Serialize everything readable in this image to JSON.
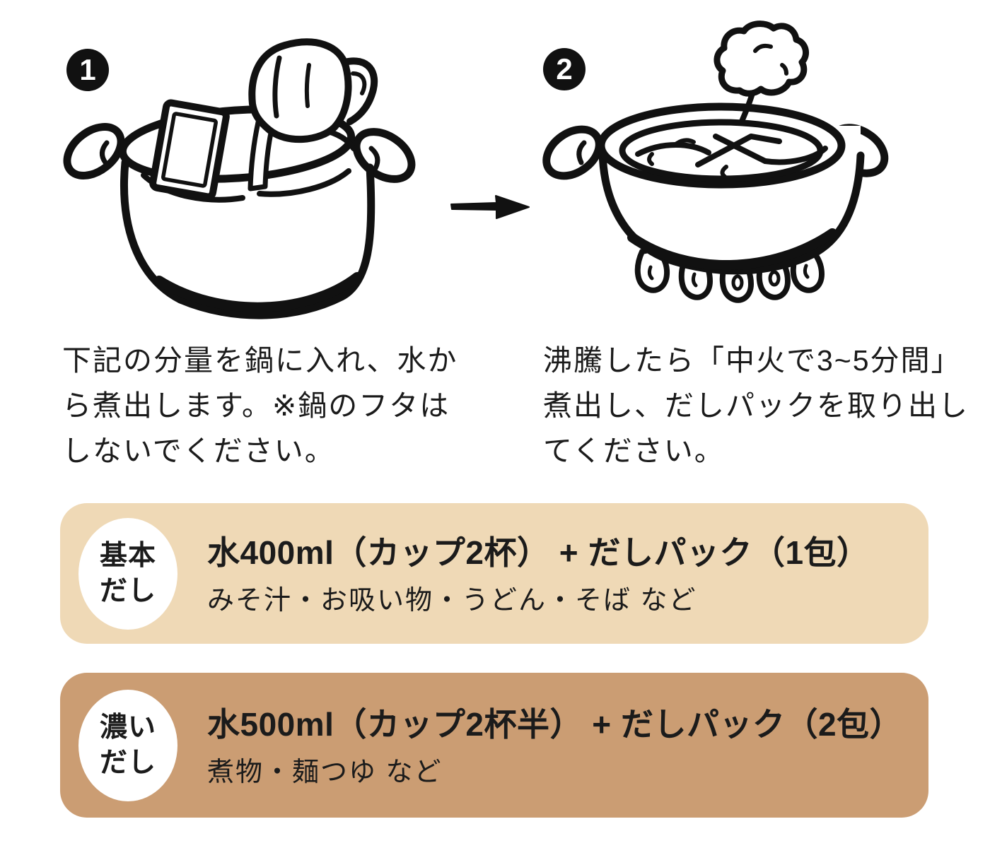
{
  "colors": {
    "ink": "#1b1b1b",
    "sketch_stroke": "#111111",
    "badge_bg": "#111111",
    "badge_fg": "#ffffff",
    "basic_box_bg": "#efd9b6",
    "strong_box_bg": "#cb9d73",
    "label_circle_bg": "#ffffff"
  },
  "steps": [
    {
      "badge": "1",
      "illustration": "pot-with-dashi-pack-and-measuring-cup-pouring-water",
      "caption_lines": [
        "下記の分量を鍋に入れ、水か",
        "ら煮出します。※鍋のフタは",
        "しないでください。"
      ]
    },
    {
      "badge": "2",
      "illustration": "boiling-pot-with-steam-over-flames",
      "caption_lines": [
        "沸騰したら「中火で3~5分間」",
        "煮出し、だしパックを取り出し",
        "てください。"
      ]
    }
  ],
  "arrow_icon": "right-arrow",
  "recipes": [
    {
      "label_lines": [
        "基本",
        "だし"
      ],
      "formula": "水400ml（カップ2杯） + だしパック（1包）",
      "uses": "みそ汁・お吸い物・うどん・そば など"
    },
    {
      "label_lines": [
        "濃い",
        "だし"
      ],
      "formula": "水500ml（カップ2杯半） + だしパック（2包）",
      "uses": "煮物・麺つゆ など"
    }
  ]
}
